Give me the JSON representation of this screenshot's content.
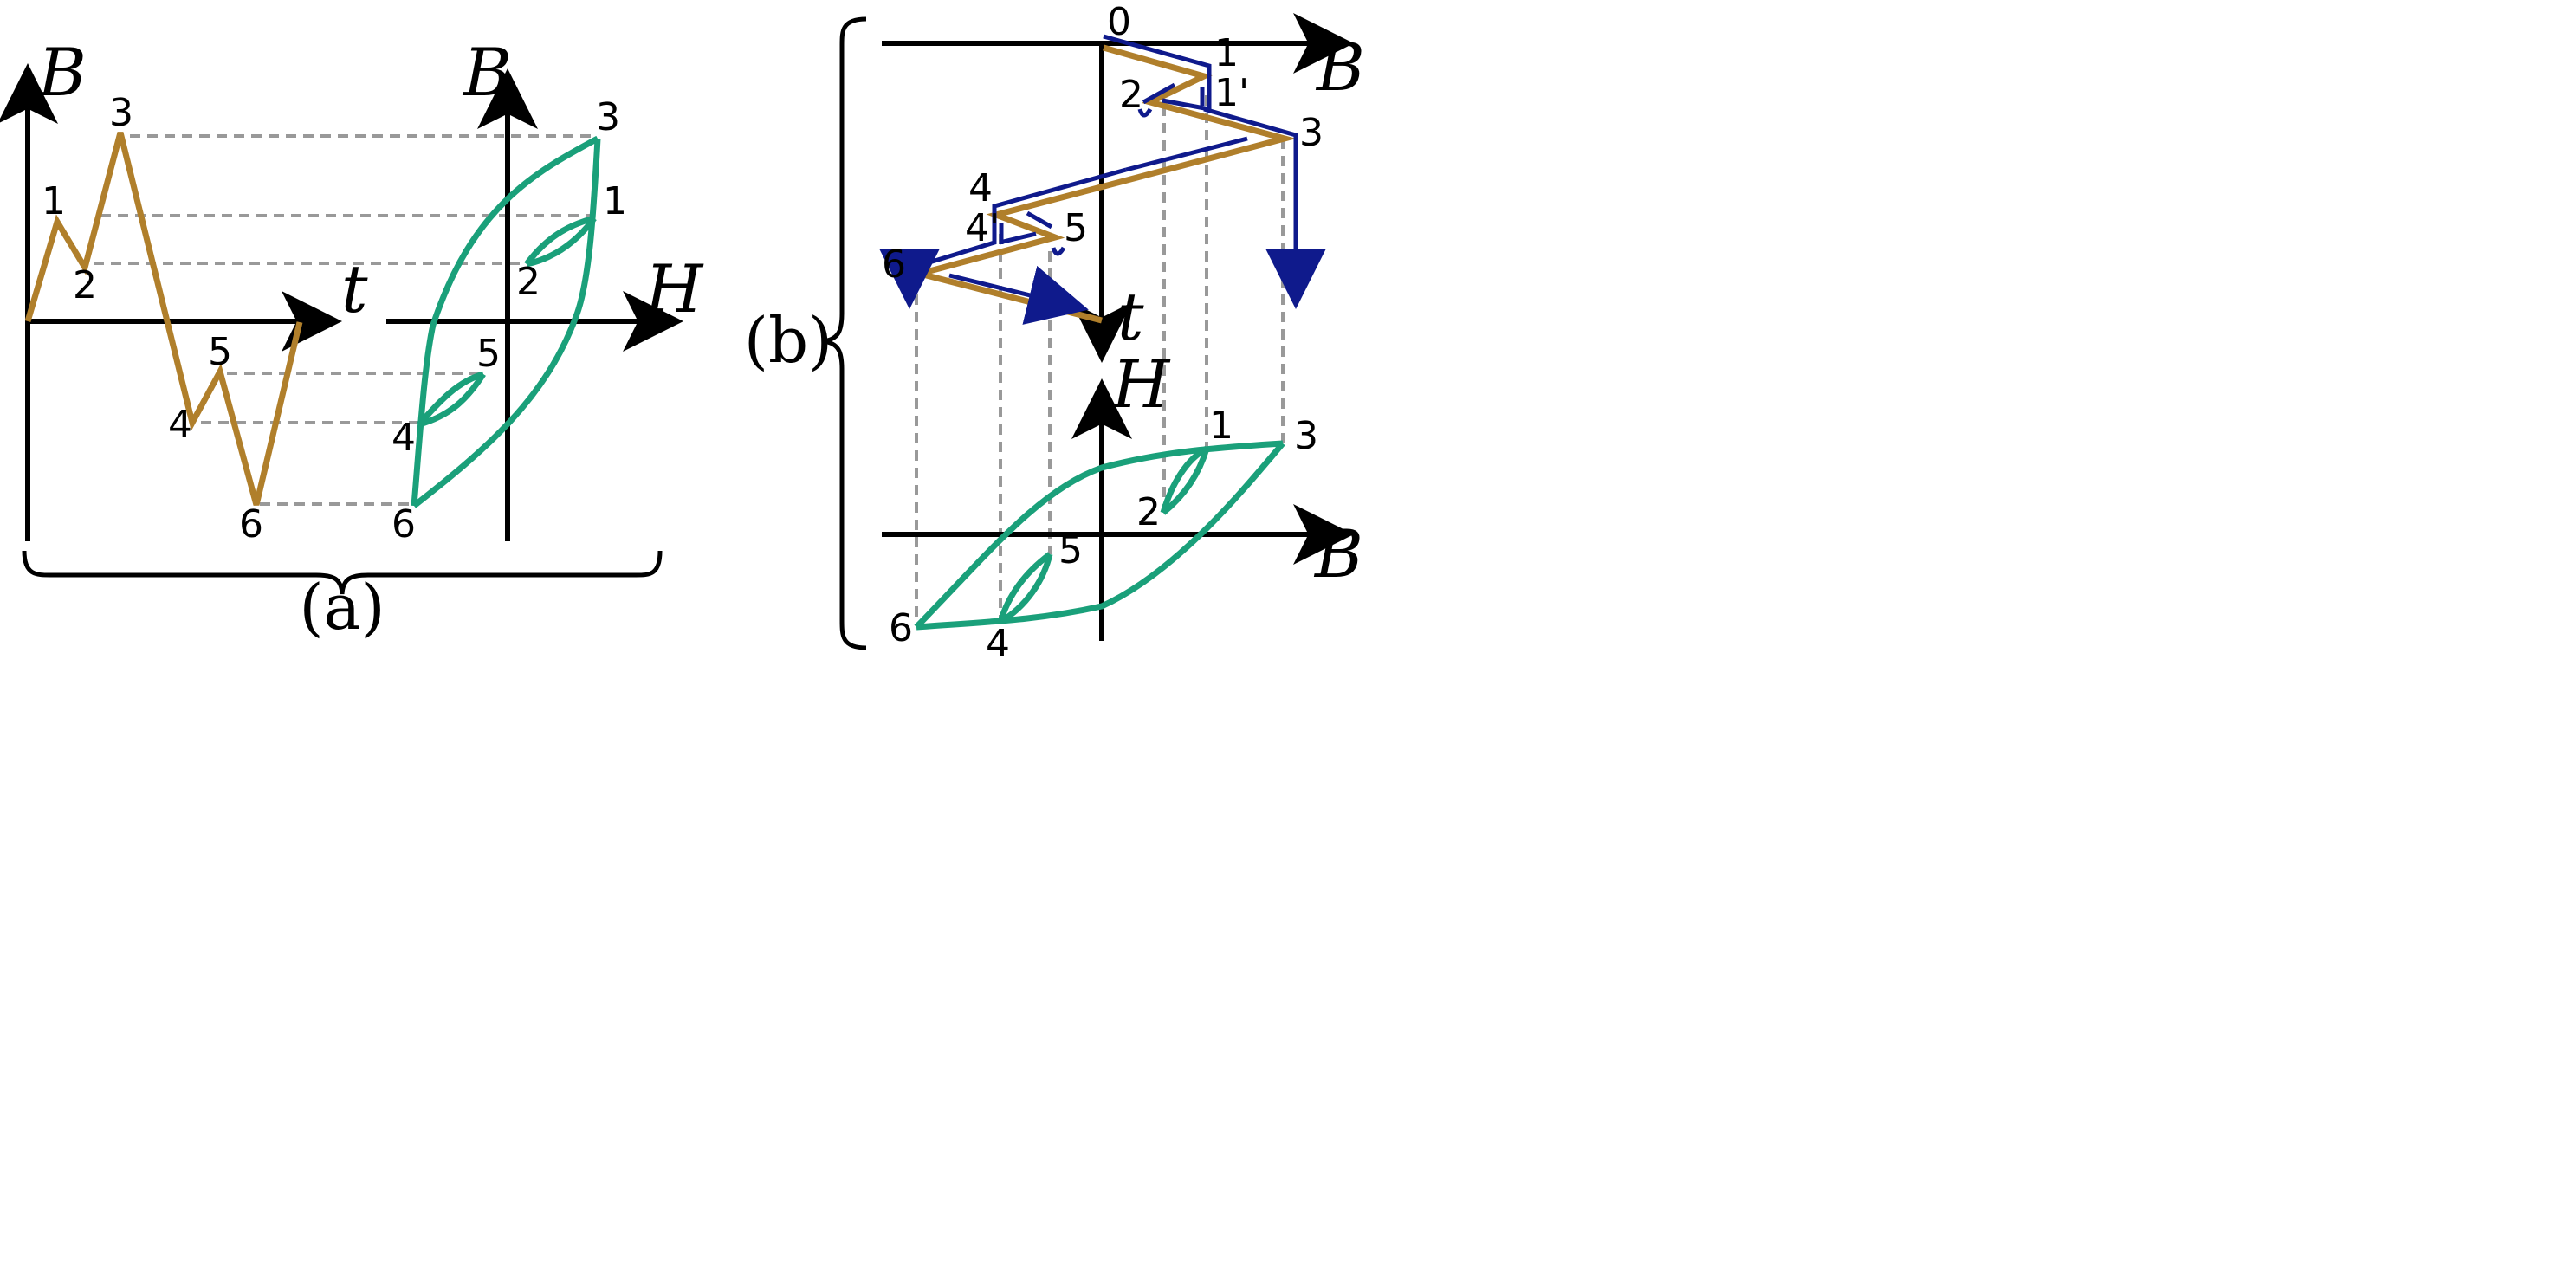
{
  "panel_a": {
    "caption": "(a)",
    "time_plot": {
      "y_label": "B",
      "x_label": "t",
      "point_labels": [
        "1",
        "2",
        "3",
        "4",
        "5",
        "6"
      ]
    },
    "loop_plot": {
      "y_label": "B",
      "x_label": "H",
      "point_labels": [
        "1",
        "2",
        "3",
        "4",
        "5",
        "6"
      ]
    }
  },
  "panel_b": {
    "caption": "(b)",
    "time_plot": {
      "x_label": "B",
      "y_label": "t",
      "point_labels": [
        "0",
        "1",
        "1'",
        "2",
        "3",
        "4",
        "4'",
        "5",
        "6"
      ]
    },
    "loop_plot": {
      "y_label": "H",
      "x_label": "B",
      "point_labels": [
        "1",
        "2",
        "3",
        "4",
        "5",
        "6"
      ]
    }
  },
  "colors": {
    "trajectory": "#b07f2b",
    "loop": "#1aa07a",
    "switch_path": "#0f1a8c",
    "projection": "#999999",
    "axis": "#000000"
  }
}
